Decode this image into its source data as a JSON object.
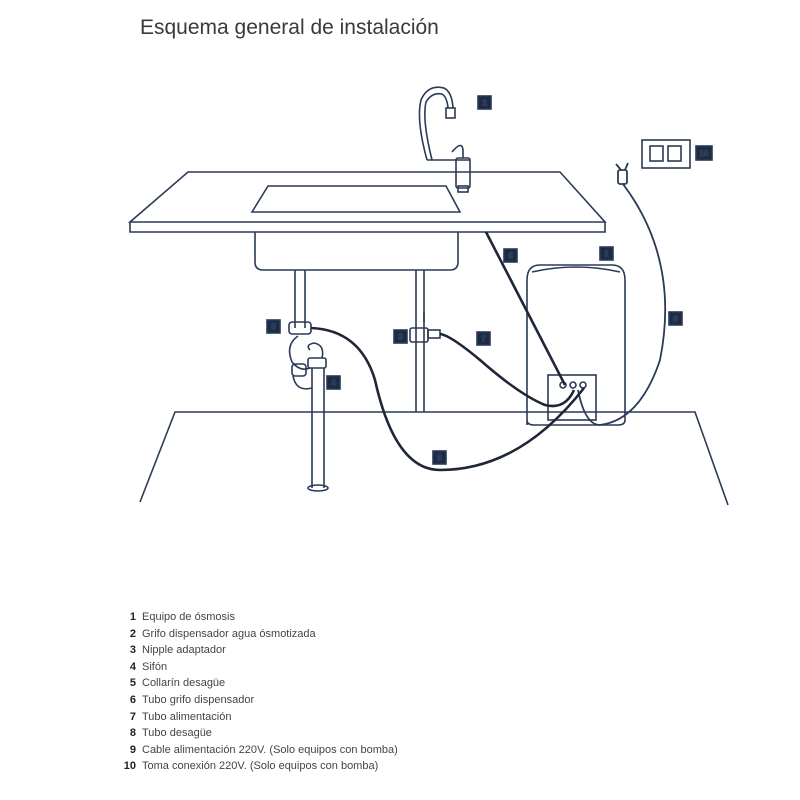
{
  "title": "Esquema general de instalación",
  "callouts": [
    "1",
    "2",
    "3",
    "4",
    "5",
    "6",
    "7",
    "8",
    "9",
    "10"
  ],
  "legend": [
    {
      "num": "1",
      "text": "Equipo de ósmosis"
    },
    {
      "num": "2",
      "text": "Grifo dispensador agua ósmotizada"
    },
    {
      "num": "3",
      "text": "Nipple adaptador"
    },
    {
      "num": "4",
      "text": "Sifón"
    },
    {
      "num": "5",
      "text": "Collarín desagüe"
    },
    {
      "num": "6",
      "text": "Tubo grifo dispensador"
    },
    {
      "num": "7",
      "text": "Tubo alimentación"
    },
    {
      "num": "8",
      "text": "Tubo desagüe"
    },
    {
      "num": "9",
      "text": "Cable alimentación 220V. (Solo equipos con bomba)"
    },
    {
      "num": "10",
      "text": "Toma conexión 220V. (Solo equipos con bomba)"
    }
  ],
  "colors": {
    "line": "#2b3a55",
    "label_bg": "#1b2b45"
  }
}
